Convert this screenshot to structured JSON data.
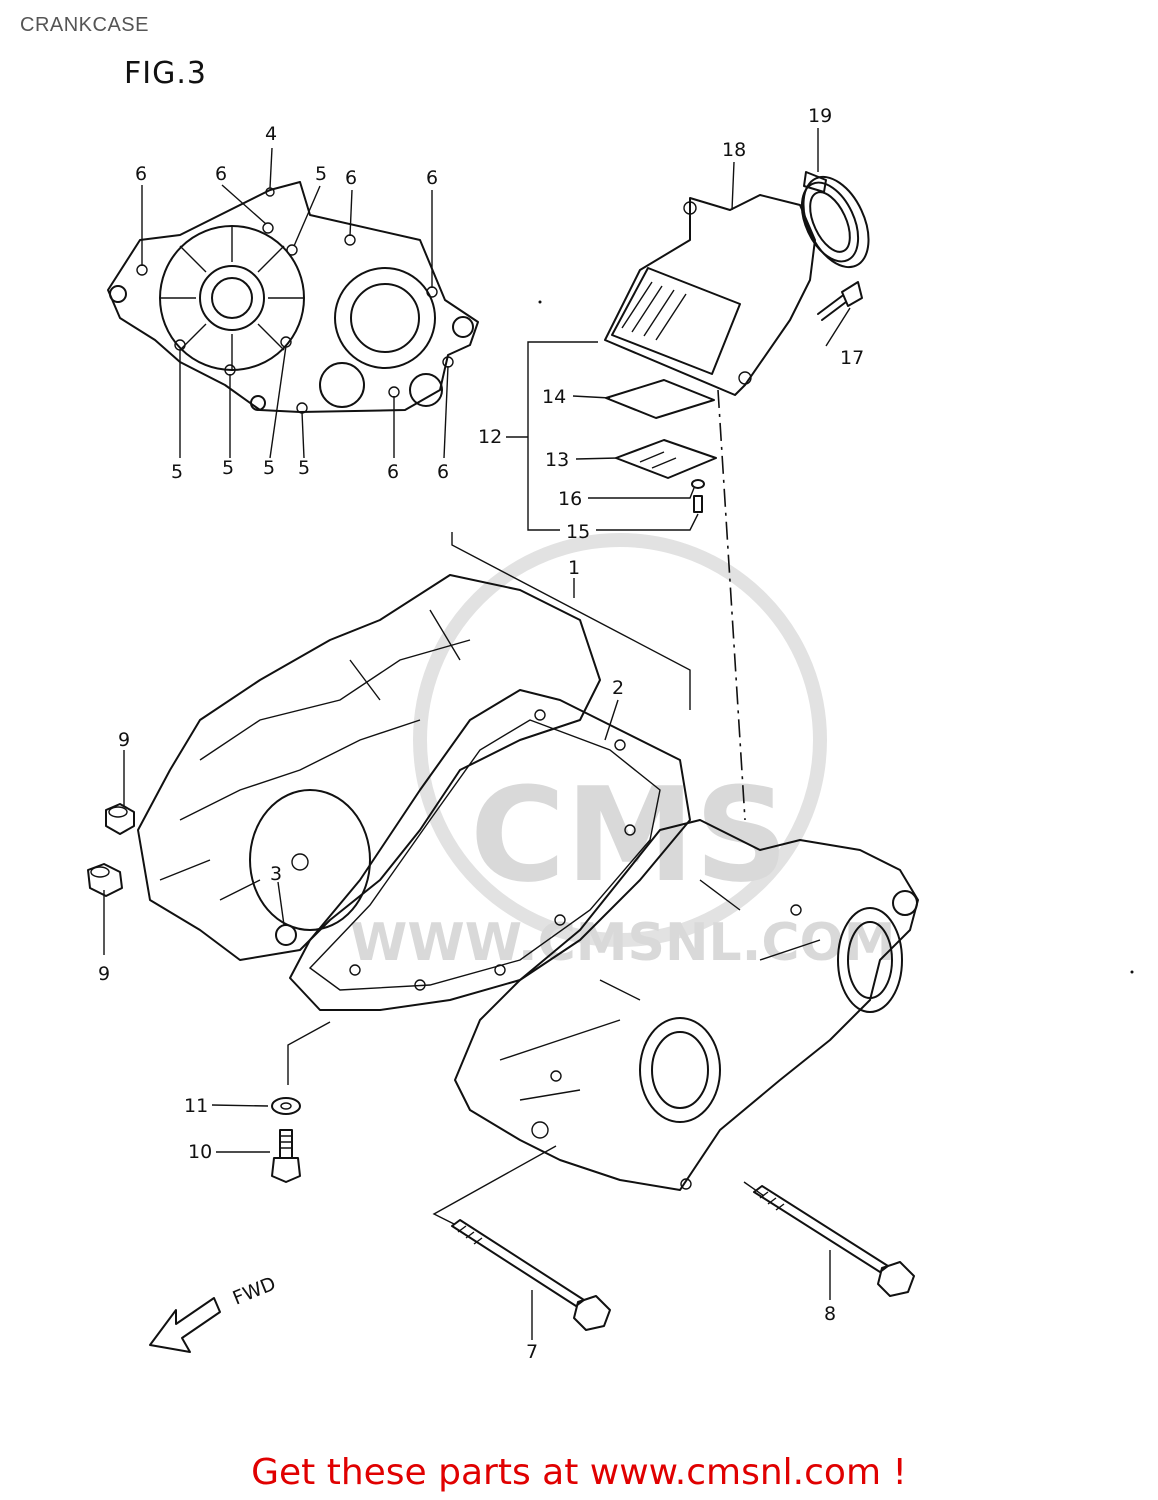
{
  "header": {
    "title": "CRANKCASE"
  },
  "figure": {
    "label": "FIG.3",
    "watermark_text": "CMS",
    "watermark_url": "WWW.CMSNL.COM",
    "direction_text": "FWD"
  },
  "callouts": {
    "c1": "1",
    "c2": "2",
    "c3": "3",
    "c4": "4",
    "c5a": "5",
    "c5b": "5",
    "c5c": "5",
    "c5d": "5",
    "c5e": "5",
    "c6a": "6",
    "c6b": "6",
    "c6c": "6",
    "c6d": "6",
    "c6e": "6",
    "c6f": "6",
    "c7": "7",
    "c8": "8",
    "c9a": "9",
    "c9b": "9",
    "c10": "10",
    "c11": "11",
    "c12": "12",
    "c13": "13",
    "c14": "14",
    "c15": "15",
    "c16": "16",
    "c17": "17",
    "c18": "18",
    "c19": "19"
  },
  "footer": {
    "link_text": "Get these parts at www.cmsnl.com !"
  }
}
